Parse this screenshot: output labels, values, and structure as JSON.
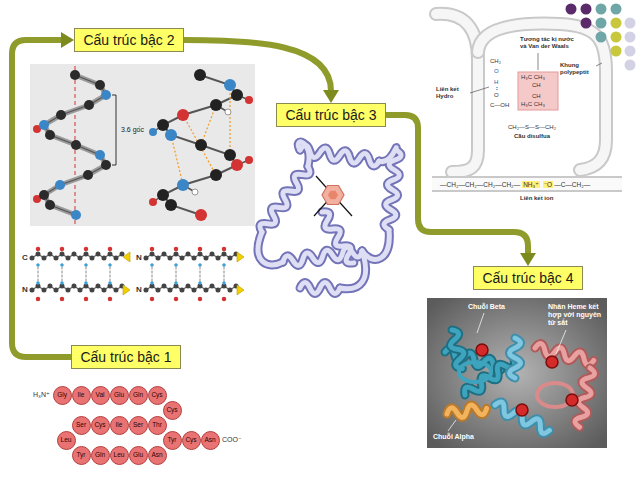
{
  "diagram": {
    "nodes": [
      {
        "text": [
          "Cấu trúc bậc 2"
        ]
      },
      {
        "text": [
          "Cấu trúc bậc 3"
        ]
      },
      {
        "text": [
          "Cấu trúc bậc 4"
        ]
      },
      {
        "text": [
          "Cấu trúc bậc 1"
        ]
      },
      {
        "text": [
          "Gly"
        ]
      },
      {
        "text": [
          "Ile"
        ]
      },
      {
        "text": [
          "Val"
        ]
      },
      {
        "text": [
          "Glu"
        ]
      },
      {
        "text": [
          "Gln"
        ]
      },
      {
        "text": [
          "Cys"
        ]
      },
      {
        "text": [
          "Cys"
        ]
      },
      {
        "text": [
          "Thr"
        ]
      },
      {
        "text": [
          "Ser"
        ]
      },
      {
        "text": [
          "Ile"
        ]
      },
      {
        "text": [
          "Cys"
        ]
      },
      {
        "text": [
          "Ser"
        ]
      },
      {
        "text": [
          "Leu"
        ]
      },
      {
        "text": [
          "Tyr"
        ]
      },
      {
        "text": [
          "Gln"
        ]
      },
      {
        "text": [
          "Leu"
        ]
      },
      {
        "text": [
          "Glu"
        ]
      },
      {
        "text": [
          "Asn"
        ]
      },
      {
        "text": [
          "Tyr"
        ]
      },
      {
        "text": [
          "Cys"
        ]
      },
      {
        "text": [
          "Asn"
        ]
      }
    ],
    "edges": [
      {
        "from": 3,
        "to": 0,
        "arrow": "to"
      },
      {
        "from": 0,
        "to": 1,
        "arrow": "to"
      },
      {
        "from": 1,
        "to": 2,
        "arrow": "to"
      }
    ],
    "labels": [
      "3.6 gốc",
      "C",
      "N",
      "N",
      "N",
      "Tương tác kị nước và Van der Waals",
      "Khung polypeptit",
      "Liên kết Hydro",
      "CH₂",
      "O",
      "H",
      "O",
      "C—OH",
      "H₃C CH₃",
      "CH",
      "CH",
      "H₃C CH₃",
      "CH₂—S—S—CH₂",
      "Cầu disulfua",
      "—CH₂—CH₂—CH₂—CH₂—",
      "NH₃⁺",
      "⁻O",
      "—C—CH₂—",
      "Liên kết ion",
      "H₃N⁺",
      "COO⁻",
      "Chuỗi Beta",
      "Nhân Heme kết hợp với nguyên tử sắt",
      "Chuỗi Alpha"
    ]
  }
}
